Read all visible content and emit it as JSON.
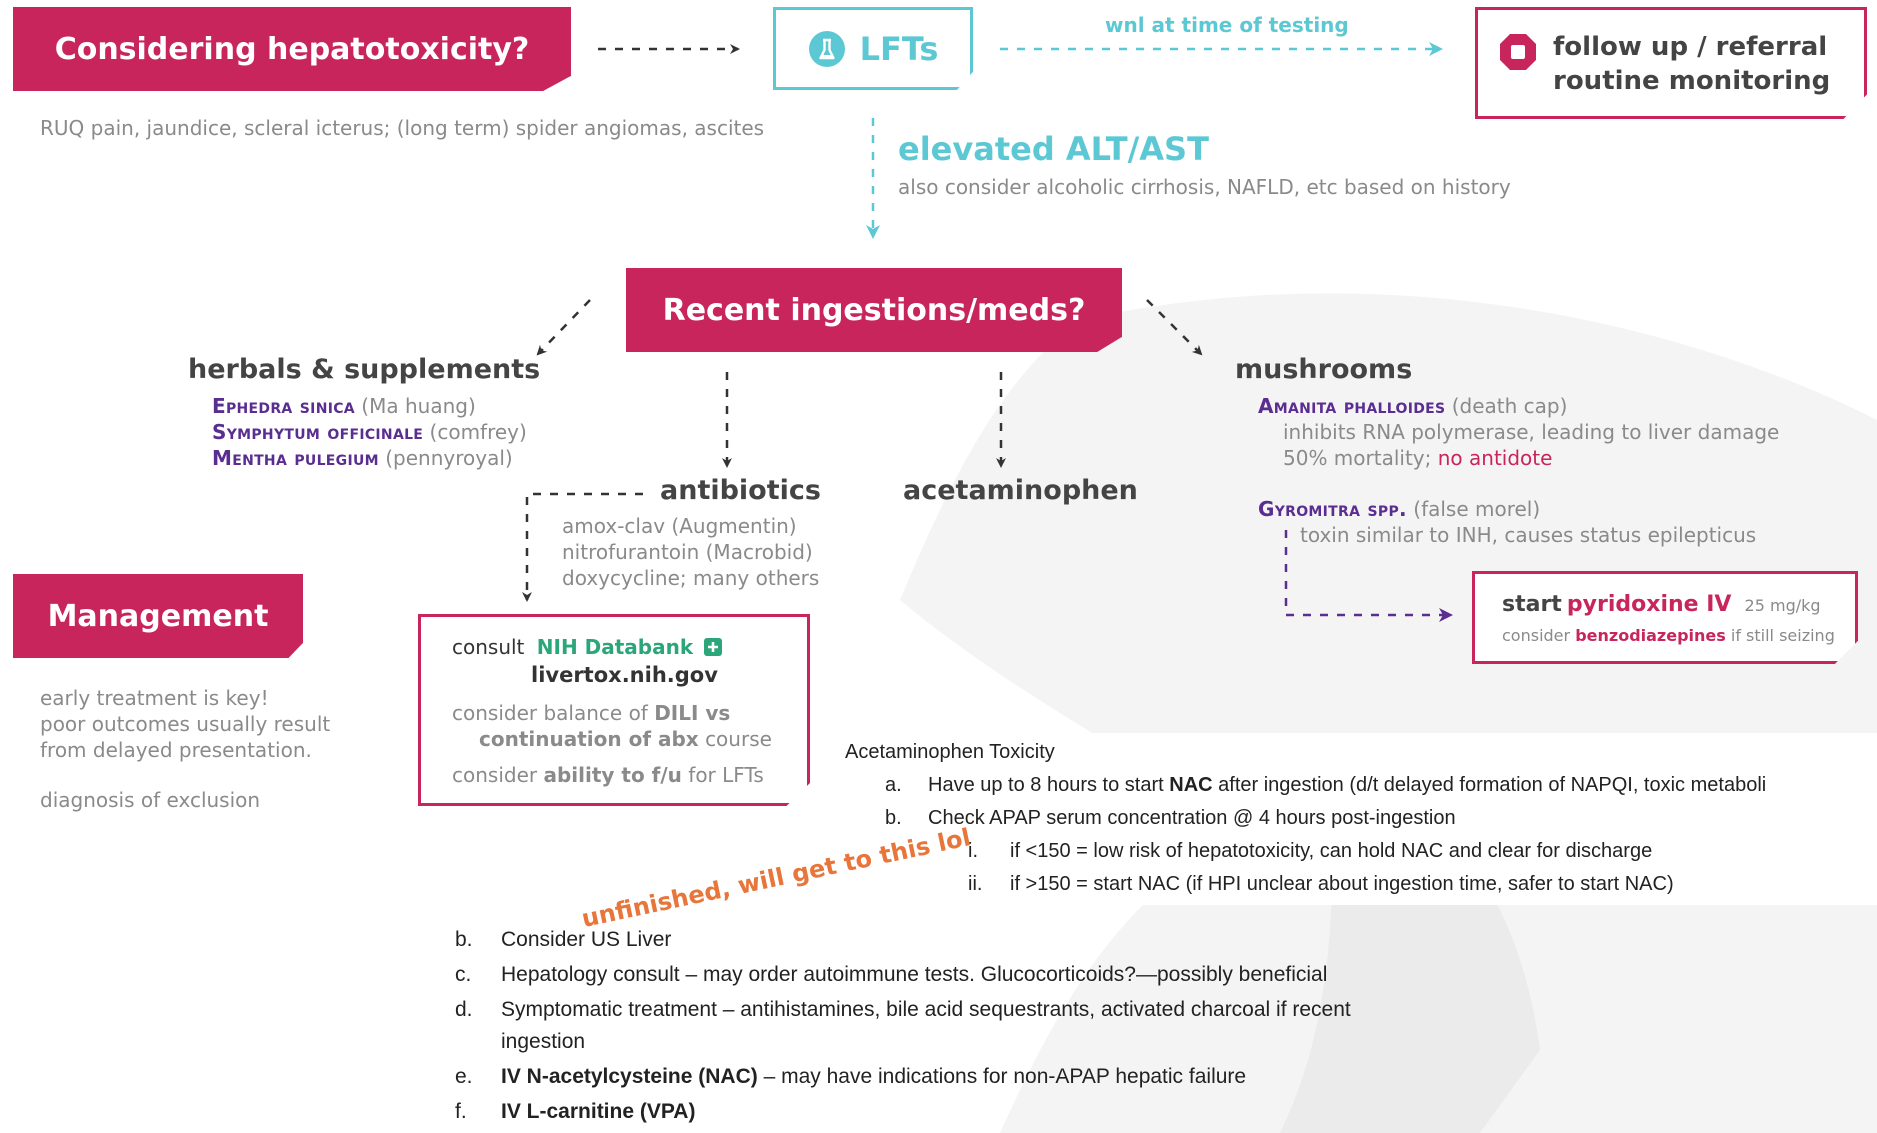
{
  "top": {
    "hepatotoxicity_title": "Considering hepatotoxicity?",
    "hepatotoxicity_signs": "RUQ pain, jaundice, scleral icterus; (long term) spider angiomas, ascites",
    "lfts_label": "LFTs",
    "wnl_label": "wnl at time of testing",
    "followup_line1": "follow up / referral",
    "followup_line2": "routine monitoring",
    "elevated_label": "elevated ALT/AST",
    "elevated_note": "also consider alcoholic cirrhosis, NAFLD, etc based on history"
  },
  "ingestions": {
    "title": "Recent ingestions/meds?"
  },
  "herbals": {
    "heading": "herbals & supplements",
    "items": [
      {
        "latin": "Ephedra sinica",
        "common": "(Ma huang)"
      },
      {
        "latin": "Symphytum officinale",
        "common": "(comfrey)"
      },
      {
        "latin": "Mentha pulegium",
        "common": "(pennyroyal)"
      }
    ]
  },
  "antibiotics": {
    "heading": "antibiotics",
    "items": [
      "amox-clav (Augmentin)",
      "nitrofurantoin (Macrobid)",
      "doxycycline;  many others"
    ]
  },
  "acetaminophen": {
    "heading": "acetaminophen"
  },
  "mushrooms": {
    "heading": "mushrooms",
    "amanita_latin": "Amanita phalloides",
    "amanita_common": "(death cap)",
    "amanita_line1": "inhibits RNA polymerase, leading to liver damage",
    "amanita_line2_a": "50% mortality;",
    "amanita_line2_b": "no antidote",
    "gyromitra_latin": "Gyromitra spp.",
    "gyromitra_common": "(false morel)",
    "gyromitra_line": "toxin similar to INH, causes status epilepticus"
  },
  "pyridoxine": {
    "start": "start",
    "drug": "pyridoxine IV",
    "dose": "25 mg/kg",
    "consider": "consider",
    "benzo": "benzodiazepines",
    "if_seizing": "if still seizing"
  },
  "management": {
    "title": "Management",
    "lines": [
      "early treatment is key!",
      "poor outcomes usually result",
      "from delayed presentation."
    ],
    "exclusion": "diagnosis of exclusion"
  },
  "consult": {
    "consult": "consult",
    "nih": "NIH Databank",
    "url": "livertox.nih.gov",
    "bal_a": "consider balance of",
    "bal_b": "DILI vs",
    "bal_c": "continuation of abx",
    "bal_d": "course",
    "fu_a": "consider",
    "fu_b": "ability to f/u",
    "fu_c": "for LFTs"
  },
  "apap_doc": {
    "title": "Acetaminophen Toxicity",
    "a_marker": "a.",
    "a_pre": "Have up to 8 hours to start",
    "a_bold": "NAC",
    "a_post": "after ingestion (d/t delayed formation of NAPQI, toxic metaboli",
    "b_marker": "b.",
    "b_text": "Check APAP serum concentration @ 4 hours post-ingestion",
    "i_marker": "i.",
    "i_text": "if <150 = low risk of hepatotoxicity, can hold NAC and clear for discharge",
    "ii_marker": "ii.",
    "ii_text": "if >150 = start NAC (if HPI unclear about ingestion time, safer to start NAC)"
  },
  "unfinished": "unfinished, will get to this lol",
  "mgmt_list": [
    {
      "marker": "b.",
      "bold": "",
      "text": "Consider US Liver"
    },
    {
      "marker": "c.",
      "bold": "",
      "text": "Hepatology consult – may order autoimmune tests.  Glucocorticoids?—possibly beneficial"
    },
    {
      "marker": "d.",
      "bold": "",
      "text": "Symptomatic treatment – antihistamines, bile acid sequestrants, activated charcoal if recent"
    },
    {
      "marker": "",
      "bold": "",
      "text": "ingestion"
    },
    {
      "marker": "e.",
      "bold": "IV N-acetylcysteine (NAC)",
      "text": " – may have indications for non-APAP hepatic failure"
    },
    {
      "marker": "f.",
      "bold": "IV L-carnitine (VPA)",
      "text": ""
    }
  ],
  "colors": {
    "pink": "#c8255d",
    "teal": "#5bc8d4",
    "purple": "#5a2d91",
    "grey_text": "#8a8a8a",
    "green": "#2aa67a",
    "orange": "#e8753a"
  }
}
